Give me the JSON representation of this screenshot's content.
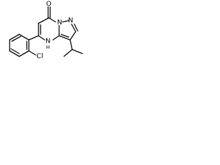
{
  "molecule": {
    "labels": {
      "oxygen": "O",
      "n1": "N",
      "n2": "N",
      "nh": "N",
      "nh_hydrogen": "H",
      "chlorine": "Cl"
    }
  }
}
